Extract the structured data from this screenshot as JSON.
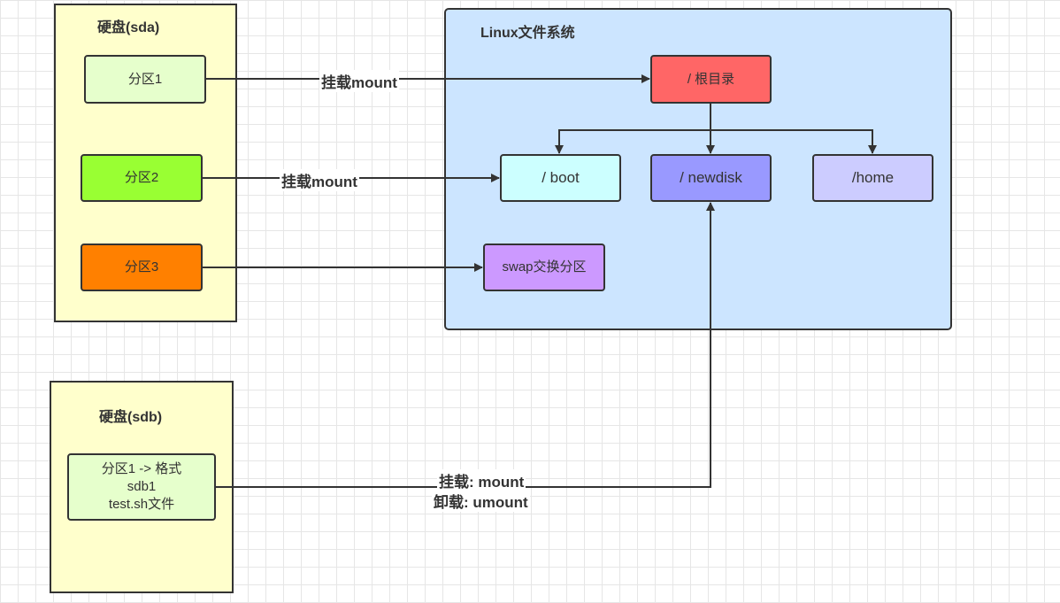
{
  "disk_sda": {
    "title": "硬盘(sda)",
    "partition1": "分区1",
    "partition2": "分区2",
    "partition3": "分区3"
  },
  "disk_sdb": {
    "title": "硬盘(sdb)",
    "partition1": "分区1 -> 格式\nsdb1\ntest.sh文件"
  },
  "linux_fs": {
    "title": "Linux文件系统",
    "root": "/ 根目录",
    "boot": "/ boot",
    "newdisk": "/ newdisk",
    "home": "/home",
    "swap": "swap交换分区"
  },
  "edges": {
    "mount1": "挂载mount",
    "mount2": "挂载mount",
    "mount_sdb": "挂载: mount",
    "umount_sdb": "卸载: umount"
  },
  "colors": {
    "sda_bg": "#ffffcc",
    "sdb_bg": "#ffffcc",
    "fs_bg": "#cce5ff",
    "partition1": "#e6ffcc",
    "partition2": "#99ff33",
    "partition3": "#ff8000",
    "sdb_partition": "#e6ffcc",
    "root": "#ff6666",
    "boot": "#ccffff",
    "newdisk": "#9999ff",
    "home": "#ccccff",
    "swap": "#cc99ff"
  }
}
